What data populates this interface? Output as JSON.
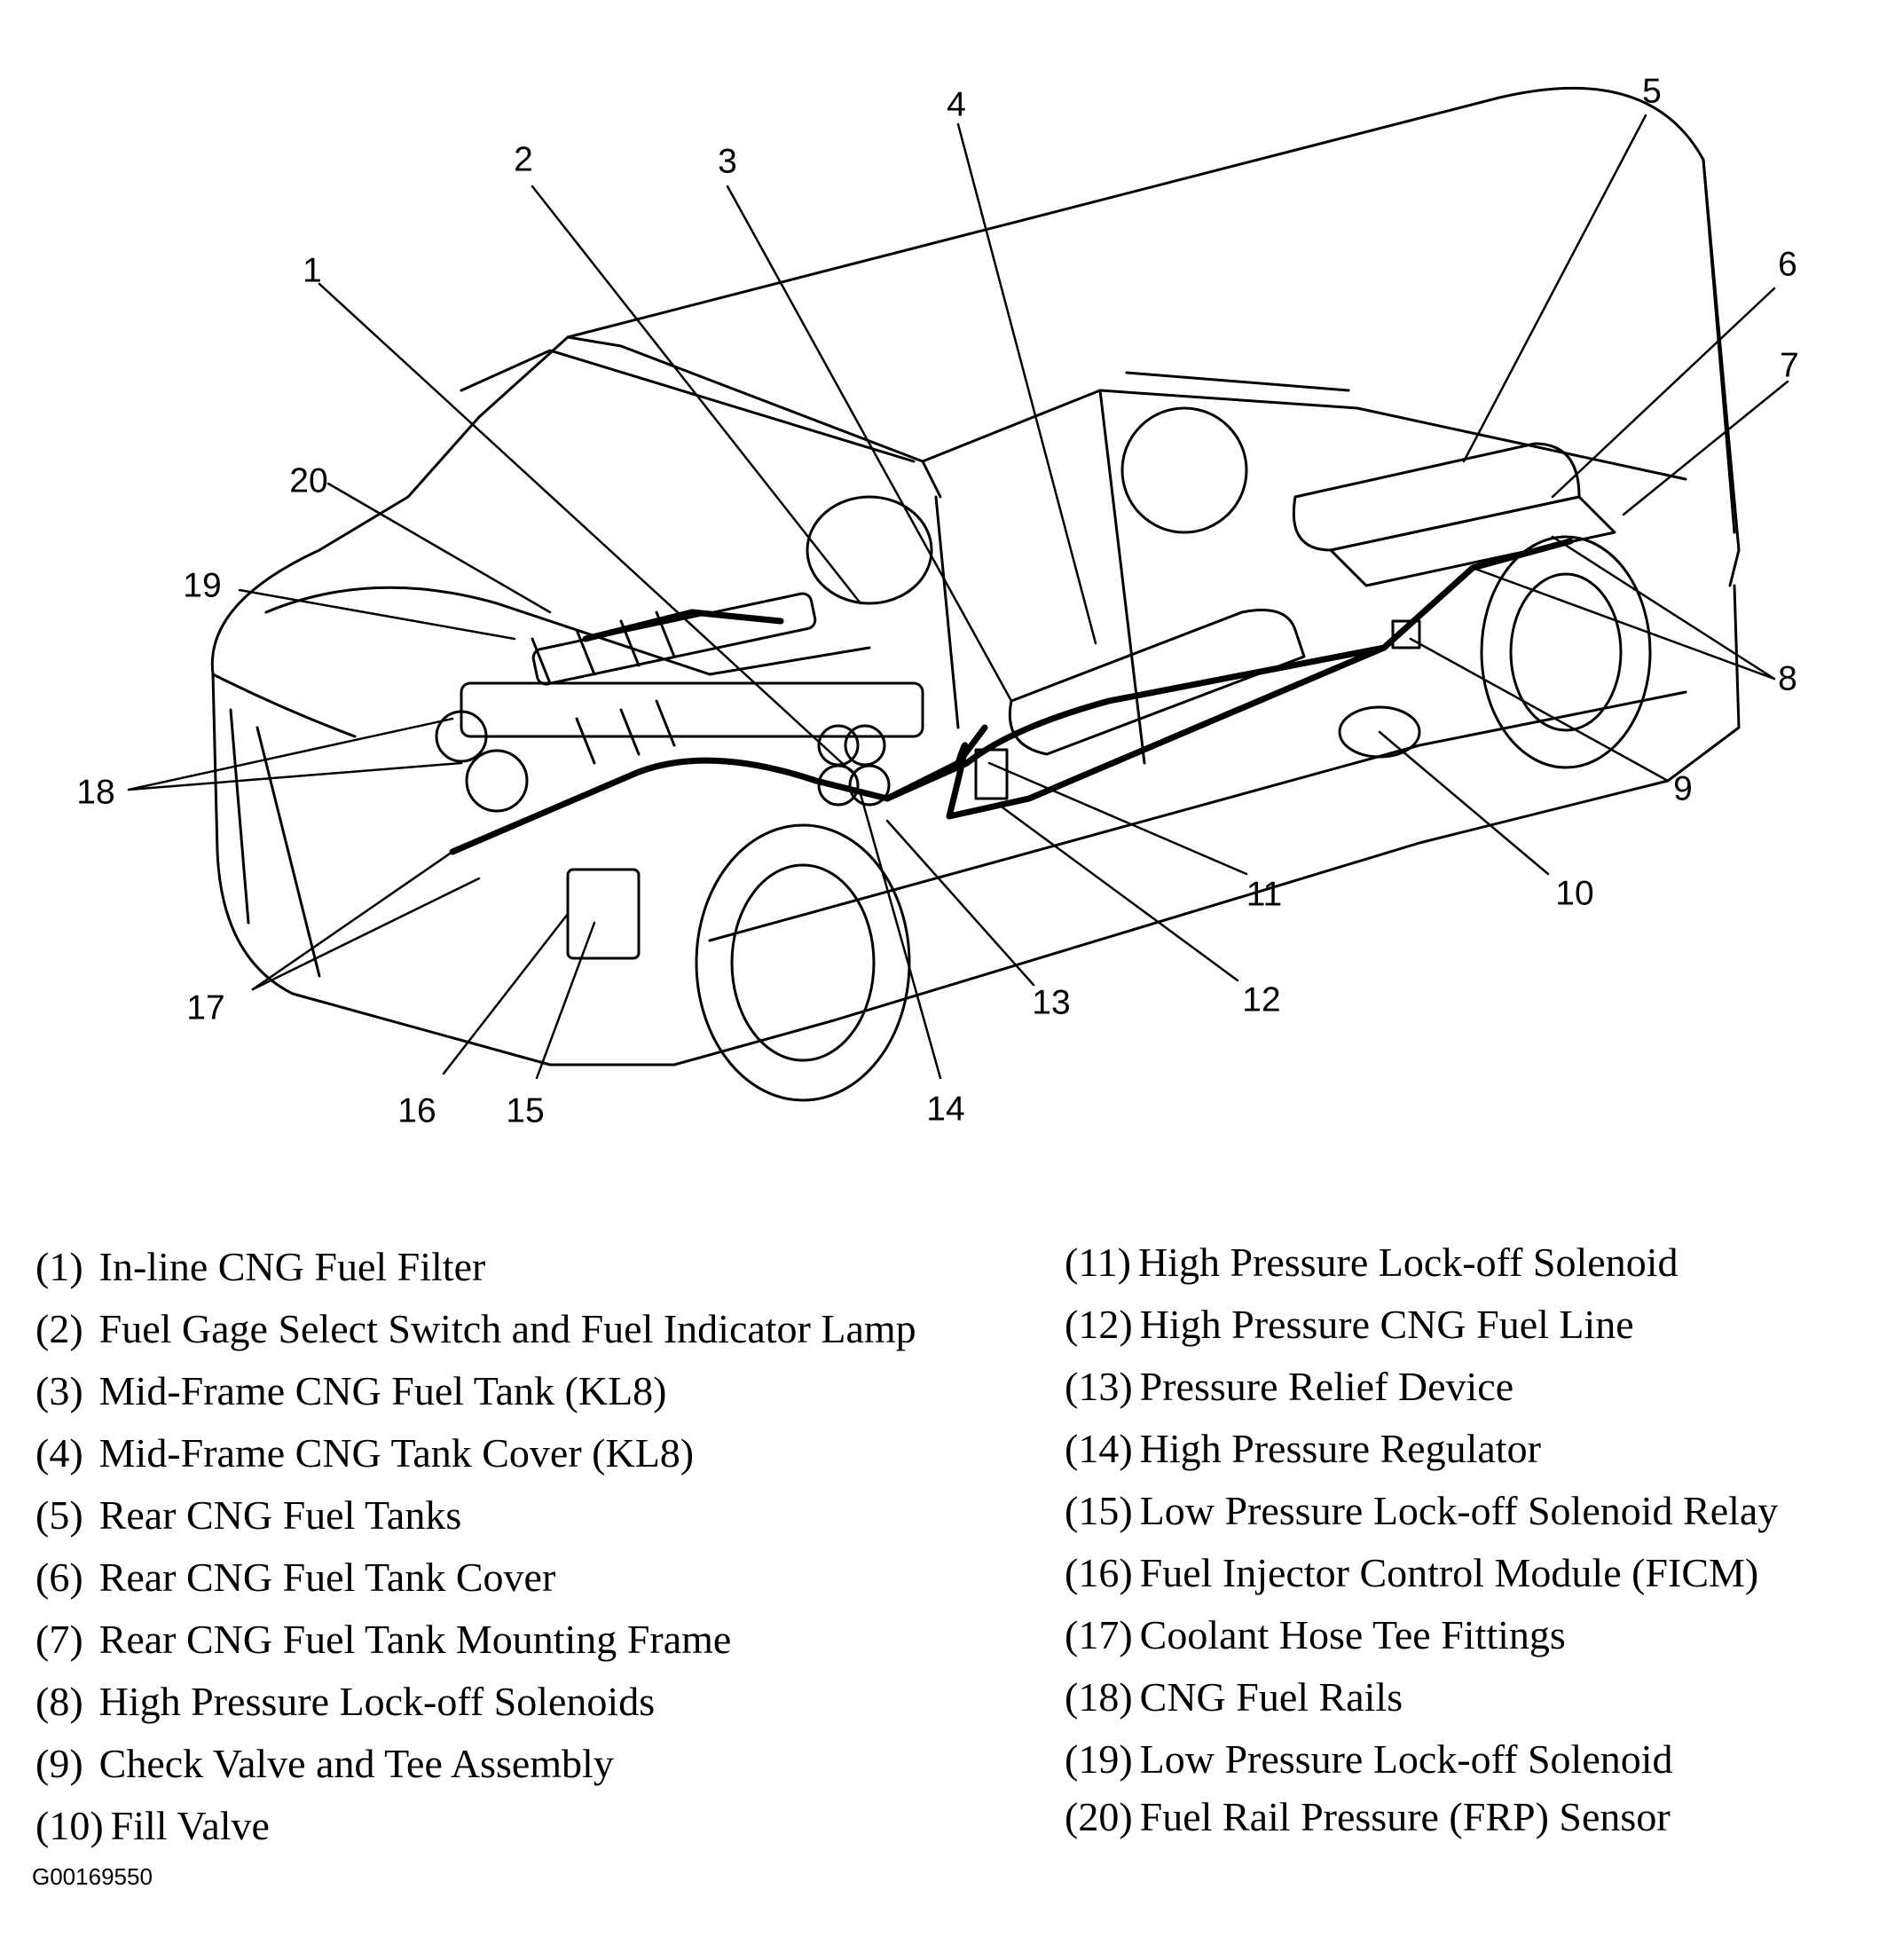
{
  "callouts": [
    "1",
    "2",
    "3",
    "4",
    "5",
    "6",
    "7",
    "8",
    "9",
    "10",
    "11",
    "12",
    "13",
    "14",
    "15",
    "16",
    "17",
    "18",
    "19",
    "20"
  ],
  "legend": [
    {
      "num": "(1)",
      "text": "In-line CNG Fuel Filter"
    },
    {
      "num": "(2)",
      "text": "Fuel Gage Select Switch and Fuel Indicator Lamp"
    },
    {
      "num": "(3)",
      "text": "Mid-Frame CNG Fuel Tank (KL8)"
    },
    {
      "num": "(4)",
      "text": "Mid-Frame CNG Tank Cover (KL8)"
    },
    {
      "num": "(5)",
      "text": "Rear CNG Fuel Tanks"
    },
    {
      "num": "(6)",
      "text": "Rear CNG Fuel Tank Cover"
    },
    {
      "num": "(7)",
      "text": "Rear CNG Fuel Tank Mounting Frame"
    },
    {
      "num": "(8)",
      "text": "High Pressure Lock-off Solenoids"
    },
    {
      "num": "(9)",
      "text": "Check Valve and Tee Assembly"
    },
    {
      "num": "(10)",
      "text": "Fill Valve"
    },
    {
      "num": "(11)",
      "text": "High Pressure Lock-off Solenoid"
    },
    {
      "num": "(12)",
      "text": "High Pressure CNG Fuel Line"
    },
    {
      "num": "(13)",
      "text": "Pressure Relief Device"
    },
    {
      "num": "(14)",
      "text": "High Pressure Regulator"
    },
    {
      "num": "(15)",
      "text": "Low Pressure Lock-off Solenoid Relay"
    },
    {
      "num": "(16)",
      "text": "Fuel Injector Control Module (FICM)"
    },
    {
      "num": "(17)",
      "text": "Coolant Hose Tee Fittings"
    },
    {
      "num": "(18)",
      "text": "CNG Fuel Rails"
    },
    {
      "num": "(19)",
      "text": "Low Pressure Lock-off Solenoid"
    },
    {
      "num": "(20)",
      "text": "Fuel Rail Pressure (FRP) Sensor"
    }
  ],
  "figure_id": "G00169550"
}
